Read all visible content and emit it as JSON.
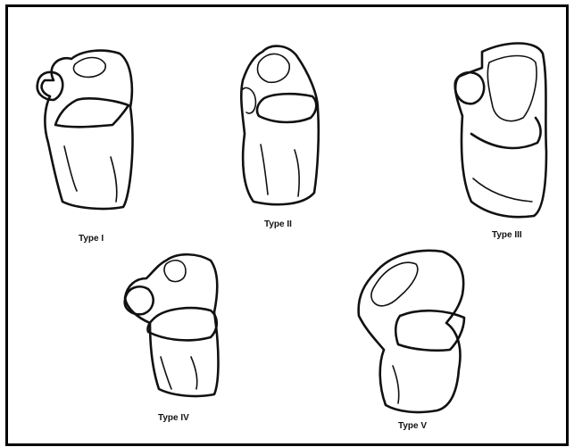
{
  "figure": {
    "types": [
      {
        "id": "type-1",
        "label": "Type I"
      },
      {
        "id": "type-2",
        "label": "Type II"
      },
      {
        "id": "type-3",
        "label": "Type III"
      },
      {
        "id": "type-4",
        "label": "Type IV"
      },
      {
        "id": "type-5",
        "label": "Type V"
      }
    ]
  }
}
